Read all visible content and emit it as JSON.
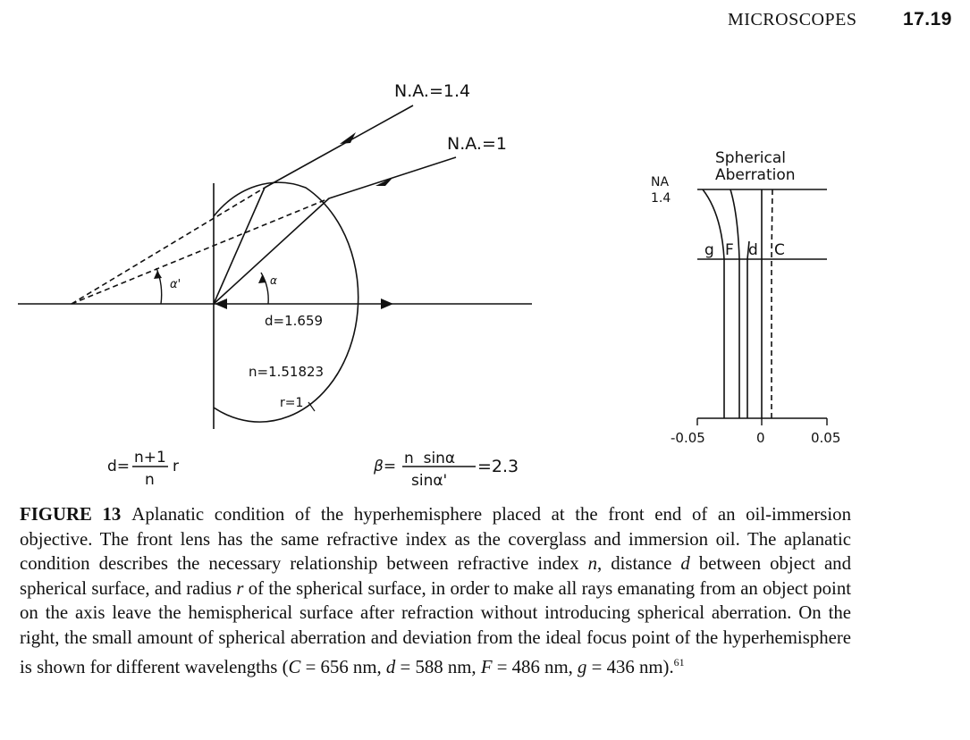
{
  "header": {
    "section_title": "MICROSCOPES",
    "page_number": "17.19"
  },
  "figure": {
    "left_diagram": {
      "ray_label_1": "N.A.=1.4",
      "ray_label_2": "N.A.=1",
      "angle_alpha_prime": "α'",
      "angle_alpha": "α",
      "distance_label": "d=1.659",
      "index_label": "n=1.51823",
      "radius_label": "r=1",
      "formula_d_lhs": "d=",
      "formula_d_num": "n+1",
      "formula_d_den": "n",
      "formula_d_rhs": "r",
      "formula_beta_lhs": "β=",
      "formula_beta_num": "n  sinα",
      "formula_beta_den": "sinα'",
      "formula_beta_rhs": "=2.3"
    },
    "right_plot": {
      "title_line1": "Spherical",
      "title_line2": "Aberration",
      "y_label_line1": "NA",
      "y_label_line2": "1.4",
      "curve_labels": [
        "g",
        "F",
        "d",
        "C"
      ],
      "x_ticks": [
        "-0.05",
        "0",
        "0.05"
      ]
    }
  },
  "caption": {
    "label": "FIGURE 13",
    "t1": "Aplanatic condition of the hyperhemisphere placed at the front end of an oil-immersion objective. The front lens has the same refractive index as the coverglass and immersion oil. The aplanatic condition describes the necessary relationship between refractive index ",
    "n": "n",
    "t2": ", distance ",
    "d": "d",
    "t3": " between object and spherical surface, and radius ",
    "r": "r",
    "t4": " of the spherical surface, in order to make all rays emanating from an object point on the axis leave the hemispherical surface after refraction without introducing spherical aberration. On the right, the small amount of spherical aberration and deviation from the ideal focus point of the hyperhemisphere is shown for different wavelengths (",
    "C": "C",
    "t5": " = 656 nm, ",
    "d2": "d",
    "t6": " = 588 nm, ",
    "F": "F",
    "t7": " = 486 nm, ",
    "g": "g",
    "t8": " = 436 nm).",
    "ref": "61"
  }
}
